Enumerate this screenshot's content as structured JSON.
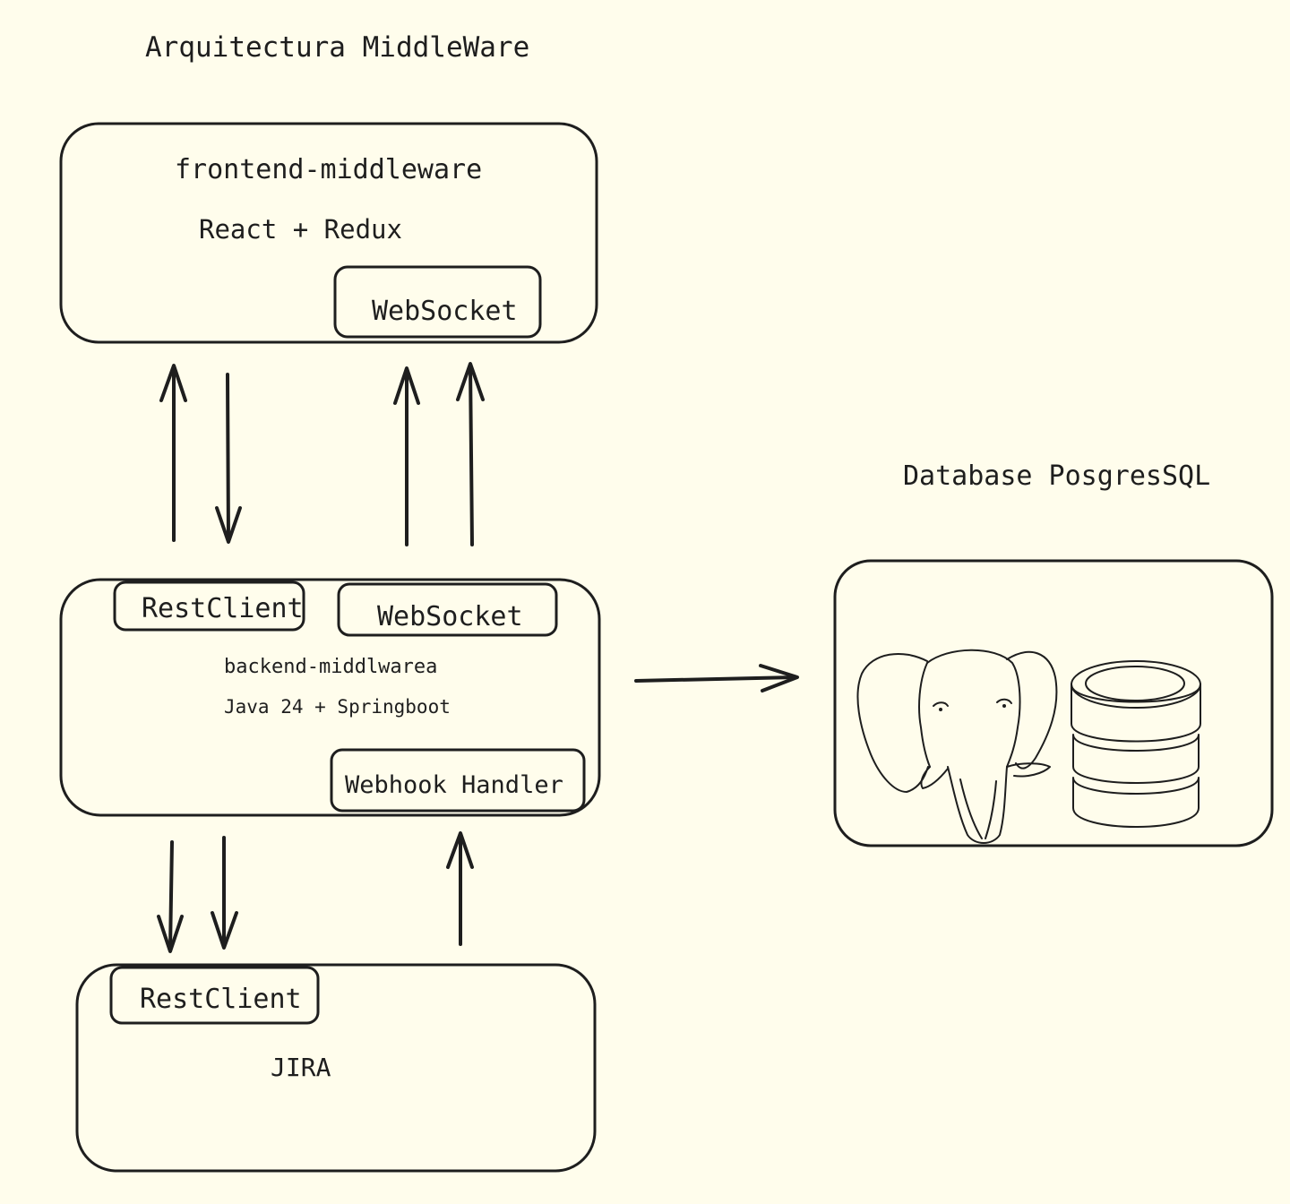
{
  "title": "Arquitectura MiddleWare",
  "frontend": {
    "name": "frontend-middleware",
    "stack": "React + Redux",
    "websocket_label": "WebSocket"
  },
  "backend": {
    "restclient_label": "RestClient",
    "websocket_label": "WebSocket",
    "name": "backend-middlwarea",
    "stack": "Java 24 + Springboot",
    "webhook_label": "Webhook Handler"
  },
  "jira": {
    "restclient_label": "RestClient",
    "name": "JIRA"
  },
  "database": {
    "title": "Database PosgresSQL",
    "elephant_icon": "postgresql-elephant-icon",
    "cylinder_icon": "database-cylinder-icon"
  },
  "colors": {
    "background": "#fffdec",
    "stroke": "#1e1e1e",
    "cylinder_top": "#ffffff"
  }
}
